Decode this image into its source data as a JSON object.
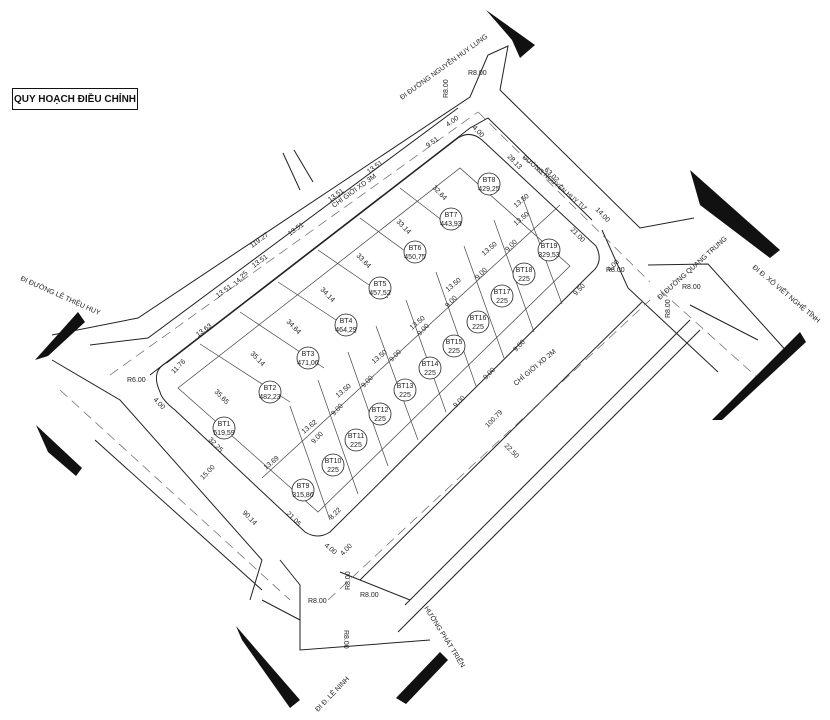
{
  "title": "QUY HOẠCH ĐIỀU CHỈNH",
  "roads": {
    "nguyen_huy_lung": "ĐI ĐƯỜNG NGUYỄN HUY LUNG",
    "quang_trung": "ĐI ĐƯỜNG QUANG TRUNG",
    "le_thieu_huy": "ĐI ĐƯỜNG LÊ THIỆU HUY",
    "xo_viet_nghe_tinh": "ĐI Đ. XÔ VIẾT NGHỆ TĨNH",
    "le_ninh": "ĐI Đ. LÊ NINH",
    "phat_trien": "HƯỚNG PHÁT TRIỂN",
    "nguyen_huy_tu": "ĐƯỜNG NGUYỄN HUY TỰ"
  },
  "setbacks": {
    "top": "CHỈ GIỚI XD 3M",
    "bottom": "CHỈ GIỚI XD 2M"
  },
  "radii": {
    "r_top": "R8.00",
    "r_top2": "R8.00",
    "r_right1": "R8.00",
    "r_right2": "R8.00",
    "r_right3": "R8.00",
    "r_left": "R6.00",
    "r_bottom1": "R8.00",
    "r_bottom2": "R8.00",
    "r_bottom3": "R8.00",
    "r_bottom4": "R8.00"
  },
  "dims": {
    "d119": "119.27",
    "d63": "63.02",
    "d90": "90.14",
    "d100": "100.79",
    "d2250": "22.50",
    "d28": "28.13",
    "d32b": "32.25",
    "d1500": "15.00",
    "d2105": "21.05",
    "d822": "8.22",
    "d400a": "4.00",
    "d400b": "4.00",
    "d400c": "4.00",
    "d400d": "4.00",
    "d400e": "4.00",
    "d400f": "4.00",
    "d1400": "14.00",
    "d2100": "21.00",
    "d1176": "11.76",
    "d1425": "14.25"
  },
  "top_widths": [
    "9.51",
    "13.51",
    "13.51",
    "13.51",
    "13.51",
    "13.51",
    "13.63"
  ],
  "diagonals": [
    "32.64",
    "33.14",
    "33.64",
    "34.14",
    "34.64",
    "35.14",
    "35.65"
  ],
  "mid_row": [
    "13.50",
    "13.50",
    "13.50",
    "13.50",
    "13.50",
    "13.50",
    "13.50",
    "13.62",
    "13.69"
  ],
  "nine_row": [
    "9.00",
    "9.00",
    "9.00",
    "9.00",
    "9.00",
    "9.00",
    "9.00",
    "9.00",
    "9.00",
    "9.00",
    "9.00",
    "9.50"
  ],
  "lots": [
    {
      "id": "BT1",
      "area": "519,59"
    },
    {
      "id": "BT2",
      "area": "482,23"
    },
    {
      "id": "BT3",
      "area": "471,06"
    },
    {
      "id": "BT4",
      "area": "464,29"
    },
    {
      "id": "BT5",
      "area": "457,52"
    },
    {
      "id": "BT6",
      "area": "450,75"
    },
    {
      "id": "BT7",
      "area": "443,93"
    },
    {
      "id": "BT8",
      "area": "429,25"
    },
    {
      "id": "BT9",
      "area": "315,86"
    },
    {
      "id": "BT10",
      "area": "225"
    },
    {
      "id": "BT11",
      "area": "225"
    },
    {
      "id": "BT12",
      "area": "225"
    },
    {
      "id": "BT13",
      "area": "225"
    },
    {
      "id": "BT14",
      "area": "225"
    },
    {
      "id": "BT15",
      "area": "225"
    },
    {
      "id": "BT16",
      "area": "225"
    },
    {
      "id": "BT17",
      "area": "225"
    },
    {
      "id": "BT18",
      "area": "225"
    },
    {
      "id": "BT19",
      "area": "329,53"
    }
  ]
}
